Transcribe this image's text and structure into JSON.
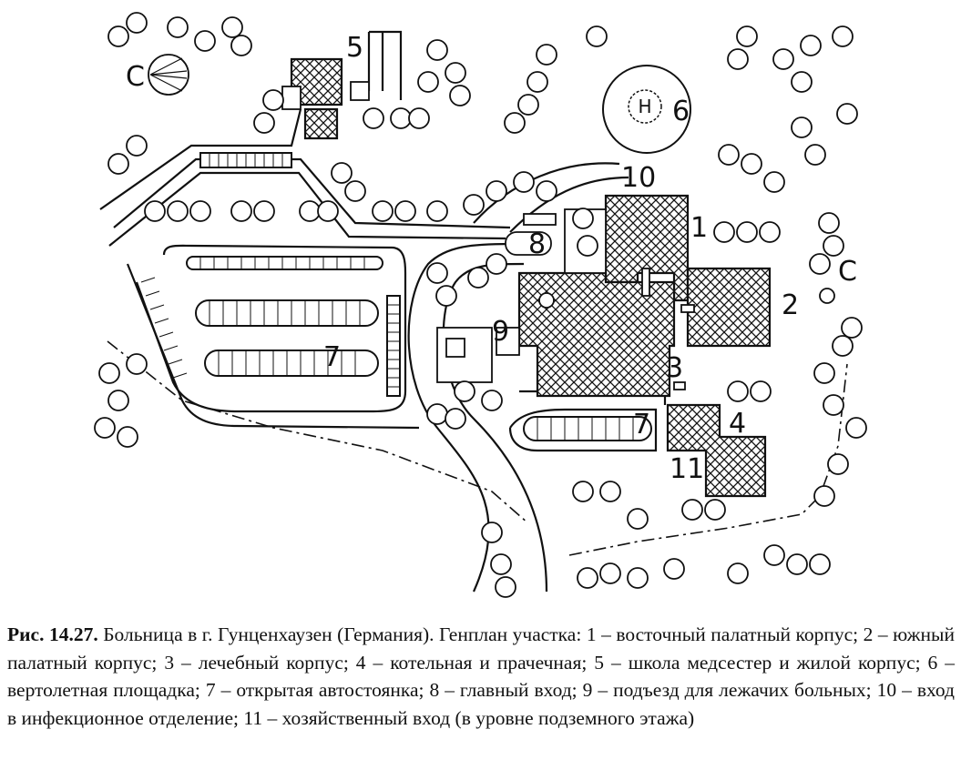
{
  "figure": {
    "labels": {
      "n1": "1",
      "n2": "2",
      "n3": "3",
      "n4": "4",
      "n5": "5",
      "n6": "6",
      "n7a": "7",
      "n7b": "7",
      "n8": "8",
      "n9": "9",
      "n10": "10",
      "n11": "11",
      "helipad": "H",
      "north": "С",
      "north_right": "С"
    }
  },
  "caption": {
    "number": "Рис. 14.27.",
    "text": " Больница в г. Гунценхаузен (Германия). Генплан участка: 1 – восточный палатный корпус; 2 – южный палатный корпус; 3 – лечебный корпус; 4 – котельная и прачечная; 5 – школа медсестер и жилой корпус; 6 – вертолетная площадка; 7 – открытая автостоянка; 8 – главный вход; 9 – подъезд для лежачих больных; 10 – вход в инфекционное отделение; 11 – хозяйственный вход (в уровне подземного этажа)"
  }
}
